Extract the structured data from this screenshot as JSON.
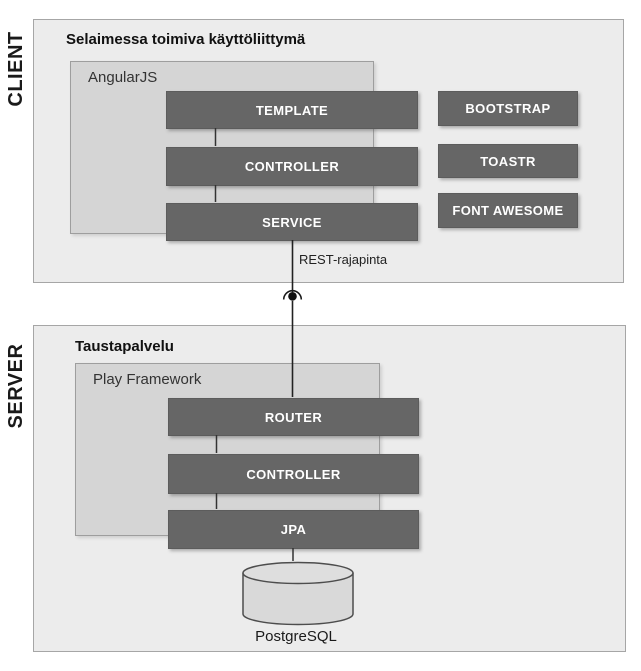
{
  "side_labels": {
    "client": "CLIENT",
    "server": "SERVER"
  },
  "client": {
    "title": "Selaimessa toimiva käyttöliittymä",
    "framework": "AngularJS",
    "layers": [
      "TEMPLATE",
      "CONTROLLER",
      "SERVICE"
    ],
    "libraries": [
      "BOOTSTRAP",
      "TOASTR",
      "FONT AWESOME"
    ]
  },
  "connector": {
    "label": "REST-rajapinta"
  },
  "server": {
    "title": "Taustapalvelu",
    "framework": "Play Framework",
    "layers": [
      "ROUTER",
      "CONTROLLER",
      "JPA"
    ],
    "database": "PostgreSQL"
  },
  "colors": {
    "panel_bg": "#ececec",
    "panel_border": "#a6a6a6",
    "framework_bg": "#d5d5d5",
    "component_bg": "#666666",
    "component_text": "#ffffff",
    "line": "#333333"
  }
}
